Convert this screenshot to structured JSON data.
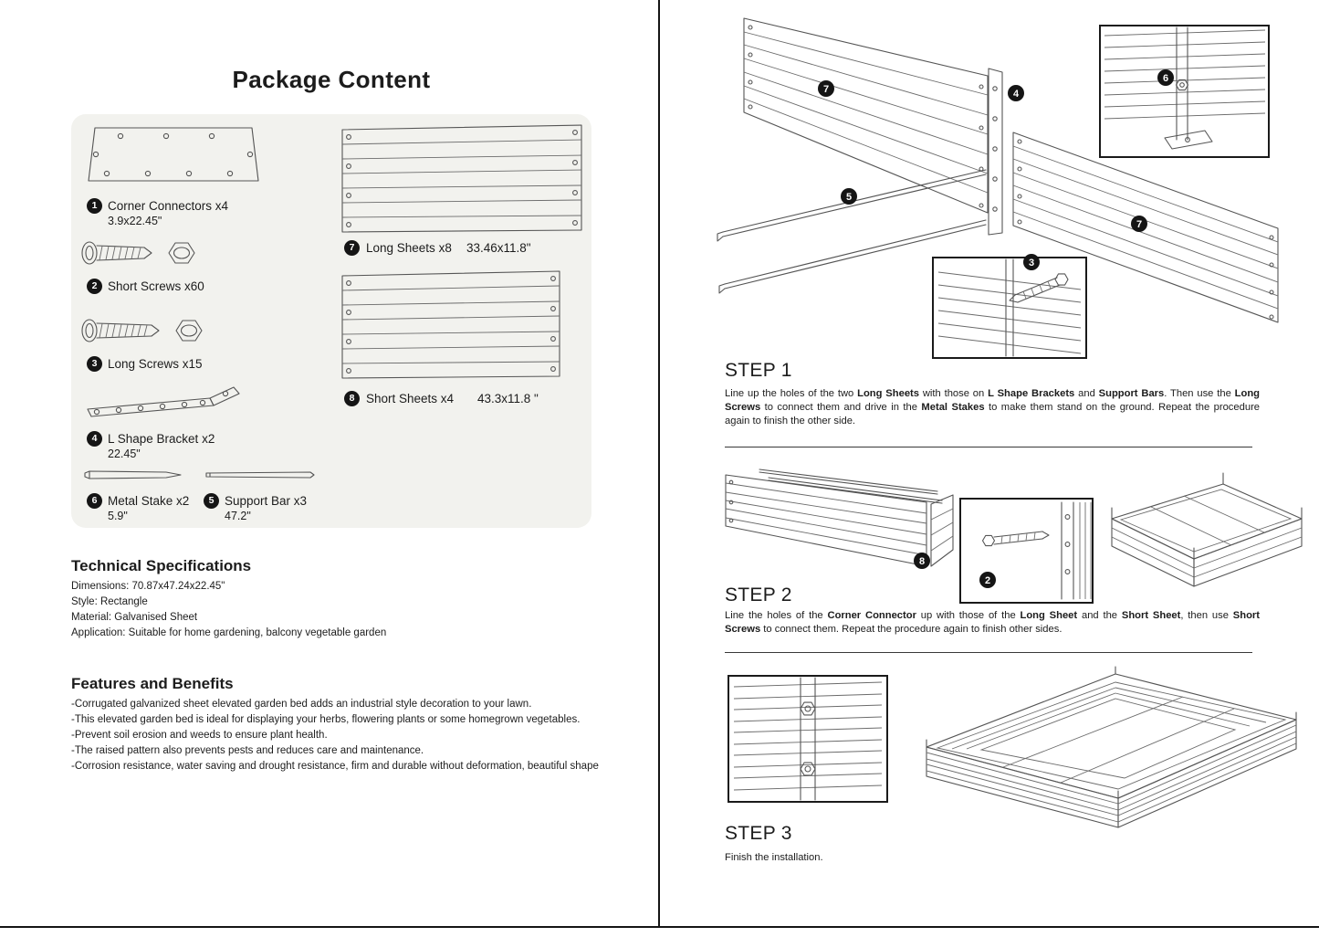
{
  "package": {
    "title": "Package Content",
    "items": {
      "corner": {
        "num": "1",
        "label": "Corner Connectors x4",
        "size": "3.9x22.45\""
      },
      "short_screws": {
        "num": "2",
        "label": "Short Screws x60"
      },
      "long_screws": {
        "num": "3",
        "label": "Long Screws x15"
      },
      "bracket": {
        "num": "4",
        "label": "L Shape Bracket x2",
        "size": "22.45\""
      },
      "stake": {
        "num": "6",
        "label": "Metal Stake x2",
        "size": "5.9\""
      },
      "support_bar": {
        "num": "5",
        "label": "Support Bar x3",
        "size": "47.2\""
      },
      "long_sheets": {
        "num": "7",
        "label": "Long Sheets x8",
        "size": "33.46x11.8\""
      },
      "short_sheets": {
        "num": "8",
        "label": "Short Sheets x4",
        "size": "43.3x11.8 \""
      }
    }
  },
  "specs": {
    "title": "Technical Specifications",
    "rows": [
      "Dimensions:  70.87x47.24x22.45\"",
      "Style: Rectangle",
      "Material: Galvanised Sheet",
      "Application: Suitable for home gardening, balcony vegetable garden"
    ]
  },
  "features": {
    "title": "Features and Benefits",
    "rows": [
      "-Corrugated galvanized sheet elevated garden bed adds an industrial style decoration to your lawn.",
      "-This elevated garden bed is ideal for displaying your herbs, flowering plants or some homegrown vegetables.",
      "-Prevent soil erosion and weeds to ensure plant health.",
      "-The raised pattern also prevents pests and reduces care and maintenance.",
      "-Corrosion resistance, water saving and drought resistance, firm and durable without deformation, beautiful shape"
    ]
  },
  "steps": [
    {
      "title": "STEP 1",
      "segments": [
        {
          "t": "Line up the holes of the two "
        },
        {
          "t": "Long Sheets",
          "b": true
        },
        {
          "t": " with those on "
        },
        {
          "t": "L Shape Brackets",
          "b": true
        },
        {
          "t": " and "
        },
        {
          "t": "Support Bars",
          "b": true
        },
        {
          "t": ". Then use the "
        },
        {
          "t": "Long Screws",
          "b": true
        },
        {
          "t": " to connect them and drive in the "
        },
        {
          "t": "Metal Stakes",
          "b": true
        },
        {
          "t": " to make them stand on the ground. Repeat the procedure again to finish the other side."
        }
      ]
    },
    {
      "title": "STEP 2",
      "segments": [
        {
          "t": "Line the holes of the "
        },
        {
          "t": "Corner Connector",
          "b": true
        },
        {
          "t": " up with those of the "
        },
        {
          "t": "Long Sheet",
          "b": true
        },
        {
          "t": " and the "
        },
        {
          "t": "Short Sheet",
          "b": true
        },
        {
          "t": ", then use "
        },
        {
          "t": "Short Screws",
          "b": true
        },
        {
          "t": " to connect them. Repeat the procedure again to finish other sides."
        }
      ]
    },
    {
      "title": "STEP 3",
      "segments": [
        {
          "t": "Finish the installation."
        }
      ]
    }
  ],
  "diagram_badges": {
    "s1_left_sheet": "7",
    "s1_bracket": "4",
    "s1_support_bar": "5",
    "s1_right_sheet": "7",
    "s1_long_screw": "3",
    "s1_stake": "6",
    "s2_short_sheet": "8",
    "s2_short_screw": "2"
  },
  "colors": {
    "drawing_line": "#555555",
    "badge_fill": "#151515",
    "package_box_bg": "#f2f2ee"
  }
}
